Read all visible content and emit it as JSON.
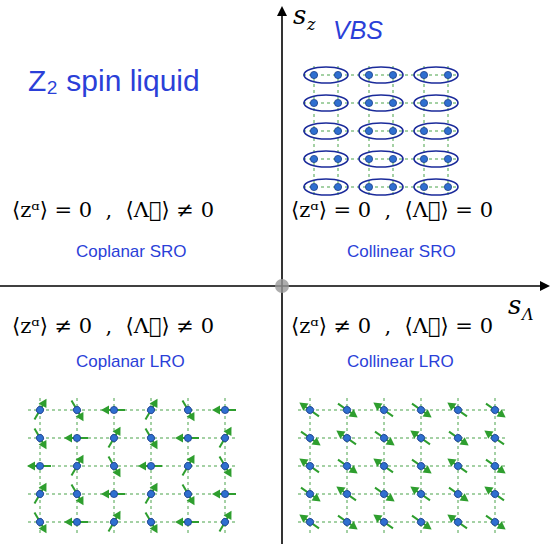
{
  "diagram": {
    "labels": [
      "s",
      "z",
      "s",
      "Λ",
      "VBS",
      "Z₂ spin liquid",
      "⟨zᵅ⟩ = 0  ,  ⟨Λ⃗⟩ ≠ 0",
      "Coplanar SRO",
      "⟨zᵅ⟩ = 0  ,  ⟨Λ⃗⟩ = 0",
      "Collinear SRO",
      "⟨zᵅ⟩ ≠ 0  ,  ⟨Λ⃗⟩ ≠ 0",
      "Coplanar LRO",
      "⟨zᵅ⟩ ≠ 0  ,  ⟨Λ⃗⟩ = 0",
      "Collinear LRO"
    ]
  }
}
